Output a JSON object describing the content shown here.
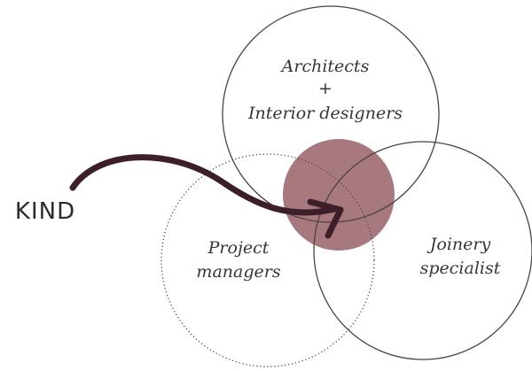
{
  "labels": {
    "architects_line1": "Architects",
    "architects_line2": "+",
    "architects_line3": "Interior designers",
    "project_line1": "Project",
    "project_line2": "managers",
    "joinery_line1": "Joinery",
    "joinery_line2": "specialist",
    "kind": "KIND"
  },
  "colors": {
    "accent": "#a27278",
    "arrow": "#3d1f2a",
    "outline": "#4a4343"
  }
}
